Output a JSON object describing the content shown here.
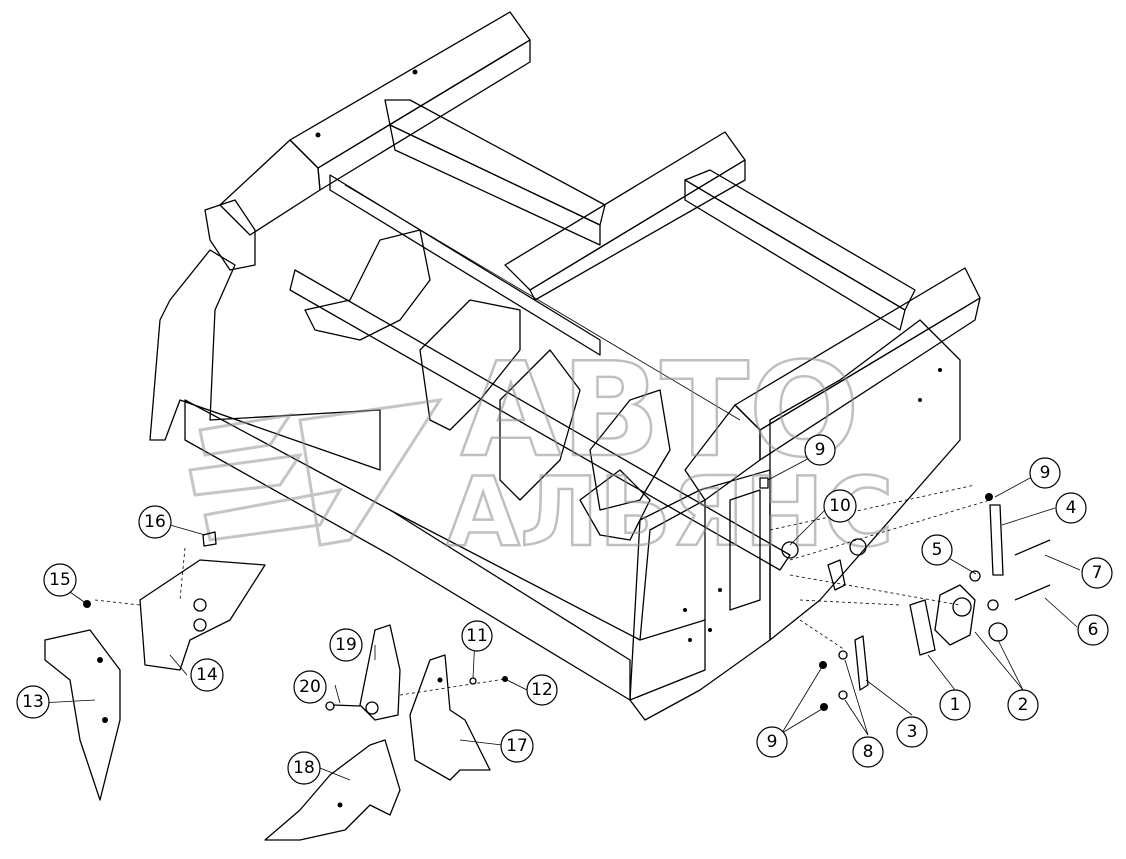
{
  "watermark": {
    "line1": "АВТО",
    "line2": "АЛЬЯНС",
    "color": "#8c8c8c"
  },
  "callouts": [
    {
      "id": "c1",
      "label": "1"
    },
    {
      "id": "c2",
      "label": "2"
    },
    {
      "id": "c3",
      "label": "3"
    },
    {
      "id": "c4",
      "label": "4"
    },
    {
      "id": "c5",
      "label": "5"
    },
    {
      "id": "c6",
      "label": "6"
    },
    {
      "id": "c7",
      "label": "7"
    },
    {
      "id": "c8",
      "label": "8"
    },
    {
      "id": "c9a",
      "label": "9"
    },
    {
      "id": "c9b",
      "label": "9"
    },
    {
      "id": "c9c",
      "label": "9"
    },
    {
      "id": "c10",
      "label": "10"
    },
    {
      "id": "c11",
      "label": "11"
    },
    {
      "id": "c12",
      "label": "12"
    },
    {
      "id": "c13",
      "label": "13"
    },
    {
      "id": "c14",
      "label": "14"
    },
    {
      "id": "c15",
      "label": "15"
    },
    {
      "id": "c16",
      "label": "16"
    },
    {
      "id": "c17",
      "label": "17"
    },
    {
      "id": "c18",
      "label": "18"
    },
    {
      "id": "c19",
      "label": "19"
    },
    {
      "id": "c20",
      "label": "20"
    }
  ]
}
